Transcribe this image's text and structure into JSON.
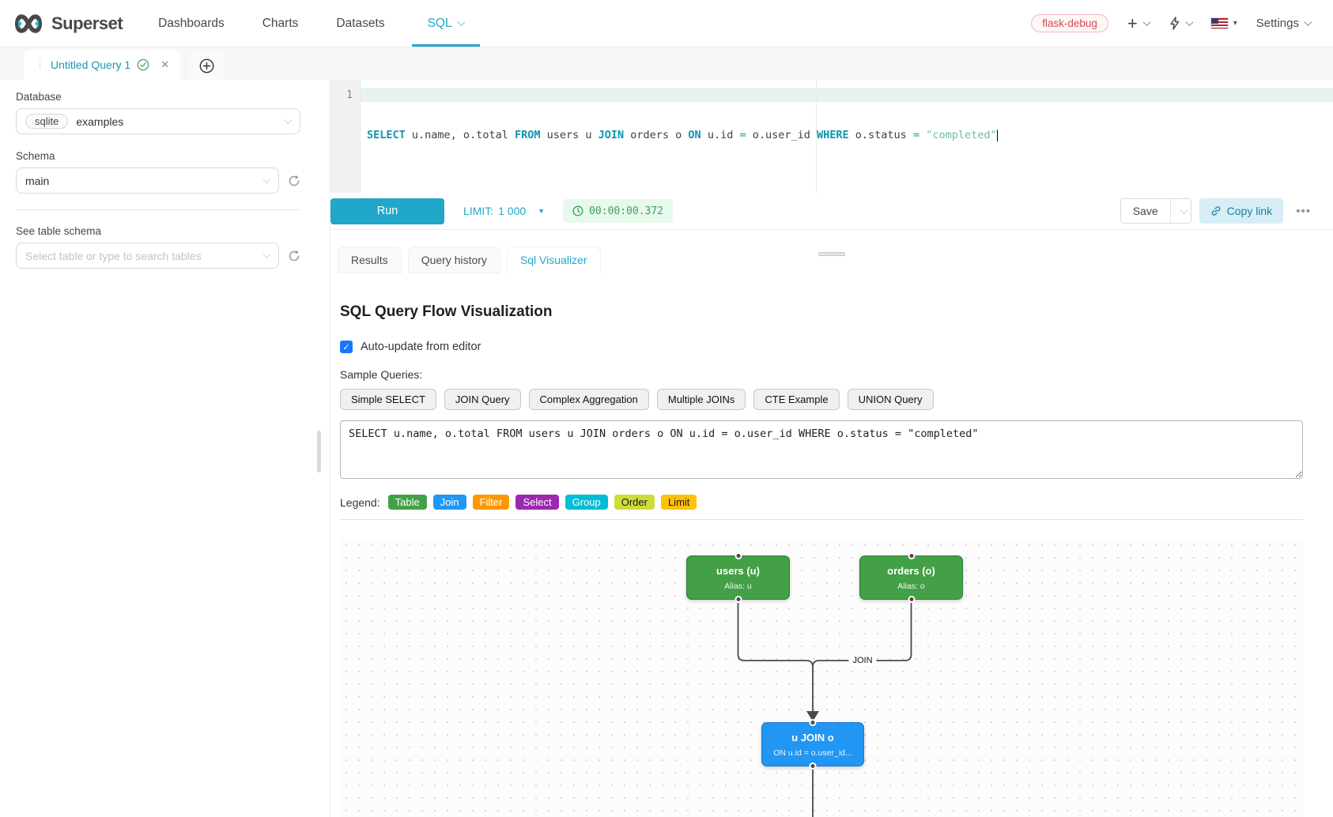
{
  "brand_color": "#20a7c9",
  "navbar": {
    "brand": "Superset",
    "items": [
      {
        "label": "Dashboards"
      },
      {
        "label": "Charts"
      },
      {
        "label": "Datasets"
      },
      {
        "label": "SQL"
      }
    ],
    "env_badge": "flask-debug",
    "plus": "+",
    "settings": "Settings"
  },
  "querytab": {
    "title": "Untitled Query 1",
    "close": "✕",
    "grip": "⋮⋮"
  },
  "sidebar": {
    "database_label": "Database",
    "database_engine": "sqlite",
    "database_name": "examples",
    "schema_label": "Schema",
    "schema_value": "main",
    "table_label": "See table schema",
    "table_placeholder": "Select table or type to search tables"
  },
  "editor": {
    "line_number": "1",
    "tokens": [
      {
        "v": "SELECT"
      },
      {
        "v": " u.name, o.total "
      },
      {
        "v": "FROM"
      },
      {
        "v": " users u "
      },
      {
        "v": "JOIN"
      },
      {
        "v": " orders o "
      },
      {
        "v": "ON"
      },
      {
        "v": " u.id "
      },
      {
        "v": "="
      },
      {
        "v": " o.user_id "
      },
      {
        "v": "WHERE"
      },
      {
        "v": " o.status "
      },
      {
        "v": "="
      },
      {
        "v": " "
      },
      {
        "v": "\"completed\""
      }
    ]
  },
  "toolbar": {
    "run": "Run",
    "limit_label": "LIMIT:",
    "limit_value": "1 000",
    "limit_caret": "▼",
    "timer": "00:00:00.372",
    "save": "Save",
    "copy_link": "Copy link",
    "more": "•••"
  },
  "south_tabs": {
    "results": "Results",
    "history": "Query history",
    "visualizer": "Sql Visualizer"
  },
  "viz": {
    "title": "SQL Query Flow Visualization",
    "auto_update_label": "Auto-update from editor",
    "auto_update_checked": "✓",
    "samples_label": "Sample Queries:",
    "samples": [
      {
        "label": "Simple SELECT"
      },
      {
        "label": "JOIN Query"
      },
      {
        "label": "Complex Aggregation"
      },
      {
        "label": "Multiple JOINs"
      },
      {
        "label": "CTE Example"
      },
      {
        "label": "UNION Query"
      }
    ],
    "query": "SELECT u.name, o.total FROM users u JOIN orders o ON u.id = o.user_id WHERE o.status = \"completed\"",
    "legend_label": "Legend:",
    "legend": [
      {
        "label": "Table",
        "color": "#43a047",
        "text": "#ffffff"
      },
      {
        "label": "Join",
        "color": "#2196f3",
        "text": "#ffffff"
      },
      {
        "label": "Filter",
        "color": "#ff9800",
        "text": "#ffffff"
      },
      {
        "label": "Select",
        "color": "#9c27b0",
        "text": "#ffffff"
      },
      {
        "label": "Group",
        "color": "#00bcd4",
        "text": "#ffffff"
      },
      {
        "label": "Order",
        "color": "#cddc39",
        "text": "#1a1a1a"
      },
      {
        "label": "Limit",
        "color": "#ffc107",
        "text": "#1a1a1a"
      }
    ],
    "nodes": {
      "users": {
        "title": "users (u)",
        "subtitle": "Alias: u",
        "color": "#43a047"
      },
      "orders": {
        "title": "orders (o)",
        "subtitle": "Alias: o",
        "color": "#43a047"
      },
      "join": {
        "title": "u JOIN o",
        "subtitle": "ON u.id = o.user_id...",
        "color": "#2196f3"
      }
    },
    "edge_label": "JOIN"
  }
}
